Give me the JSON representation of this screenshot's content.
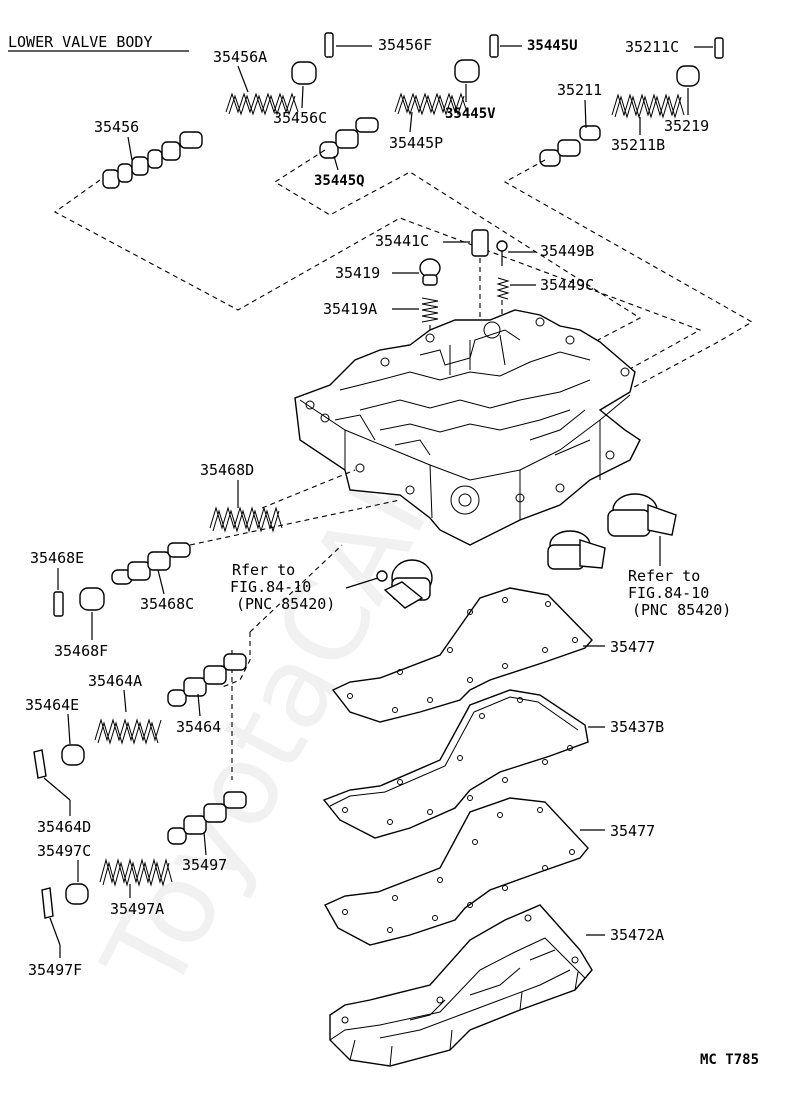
{
  "diagram": {
    "title": "LOWER VALVE BODY",
    "code": "MC T785",
    "watermark": "ToyotaCAR.ru",
    "labels": {
      "p35456A": "35456A",
      "p35456F": "35456F",
      "p35445U": "35445U",
      "p35211C": "35211C",
      "p35456": "35456",
      "p35456C": "35456C",
      "p35445V": "35445V",
      "p35211": "35211",
      "p35219": "35219",
      "p35445P": "35445P",
      "p35211B": "35211B",
      "p35445Q": "35445Q",
      "p35441C": "35441C",
      "p35449B": "35449B",
      "p35419": "35419",
      "p35449C": "35449C",
      "p35419A": "35419A",
      "p35468D": "35468D",
      "p35468E": "35468E",
      "p35468C": "35468C",
      "p35468F": "35468F",
      "p35464A": "35464A",
      "p35464E": "35464E",
      "p35464": "35464",
      "p35464D": "35464D",
      "p35497C": "35497C",
      "p35497": "35497",
      "p35497A": "35497A",
      "p35497F": "35497F",
      "p35477a": "35477",
      "p35437B": "35437B",
      "p35477b": "35477",
      "p35472A": "35472A"
    },
    "refs": {
      "left": {
        "line1": "Rfer to",
        "line2": "FIG.84-10",
        "line3": "(PNC 85420)"
      },
      "right": {
        "line1": "Refer to",
        "line2": "FIG.84-10",
        "line3": "(PNC 85420)"
      }
    }
  }
}
